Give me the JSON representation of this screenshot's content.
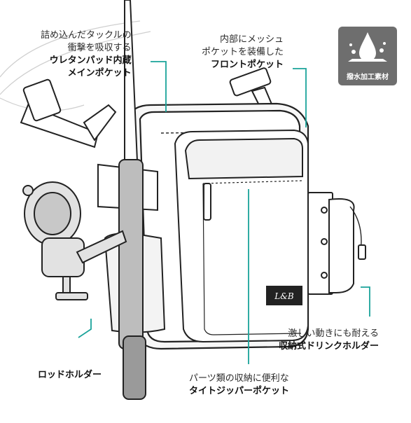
{
  "callouts": {
    "main_pocket": {
      "line1": "詰め込んだタックルの",
      "line2": "衝撃を吸収する",
      "bold1": "ウレタンパッド内蔵",
      "bold2": "メインポケット"
    },
    "front_pocket": {
      "line1": "内部にメッシュ",
      "line2": "ポケットを装備した",
      "bold": "フロントポケット"
    },
    "drink_holder": {
      "line1": "激しい動きにも耐える",
      "bold": "収納式ドリンクホルダー"
    },
    "rod_holder": {
      "bold": "ロッドホルダー"
    },
    "zipper_pocket": {
      "line1": "パーツ類の収納に便利な",
      "bold": "タイトジッパーポケット"
    }
  },
  "badge": {
    "label": "撥水加工素材",
    "icon": "water-drop-icon"
  },
  "bag_logo": "L&B",
  "colors": {
    "accent": "#1aa39a",
    "badge": "#6e6e6e",
    "line": "#222222"
  }
}
